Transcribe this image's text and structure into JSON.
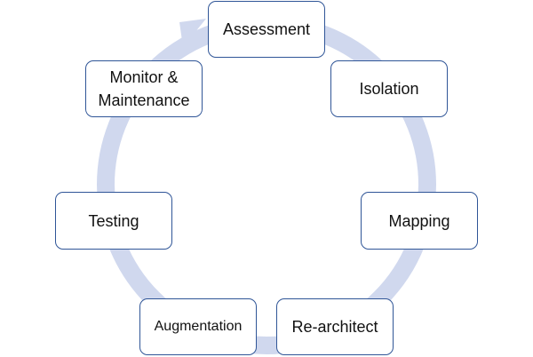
{
  "diagram": {
    "ring_color": "#d0d8ee",
    "border_color": "#2f5597",
    "steps": [
      "Assessment",
      "Isolation",
      "Mapping",
      "Re-architect",
      "Augmentation",
      "Testing",
      "Monitor &\nMaintenance"
    ]
  }
}
